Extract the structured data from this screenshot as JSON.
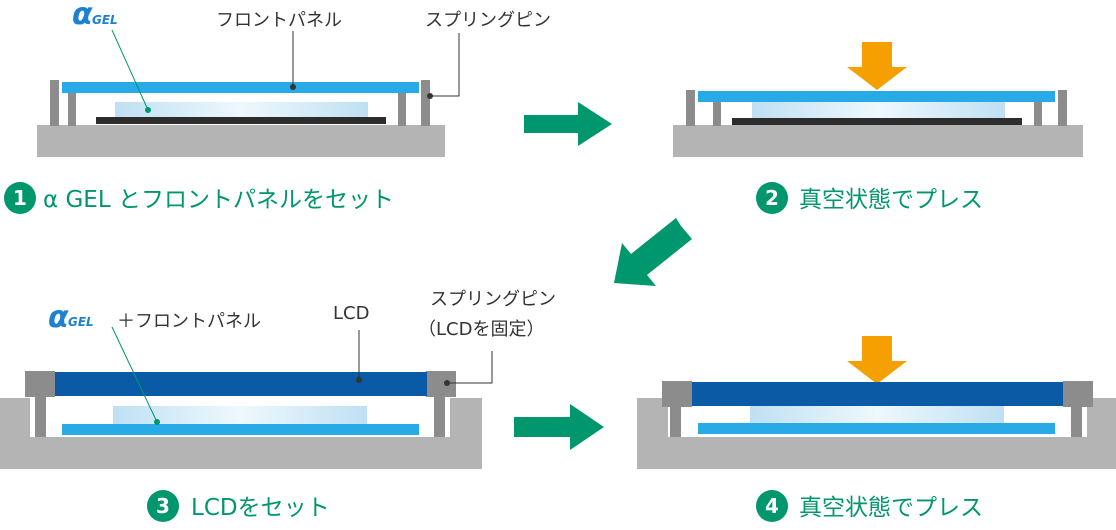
{
  "brand": {
    "alpha": "α",
    "gel": "GEL"
  },
  "colors": {
    "teal": "#00966e",
    "gray_base": "#b4b4b4",
    "pin_dark": "#8c8c8c",
    "front_panel": "#28aae6",
    "gel_light": "#c8e6f5",
    "lcd_blue": "#0a5aa5",
    "black_plate": "#2d2d2d",
    "press_orange": "#f5a000"
  },
  "step1": {
    "label_front_panel": "フロントパネル",
    "label_spring_pin": "スプリングピン",
    "caption_num": "1",
    "caption_text": "α GEL とフロントパネルをセット"
  },
  "step2": {
    "caption_num": "2",
    "caption_text": "真空状態でプレス"
  },
  "step3": {
    "label_gel_suffix": "＋フロントパネル",
    "label_lcd": "LCD",
    "label_spring_pin_line1": "スプリングピン",
    "label_spring_pin_line2": "（LCDを固定）",
    "caption_num": "3",
    "caption_text": "LCDをセット"
  },
  "step4": {
    "caption_num": "4",
    "caption_text": "真空状態でプレス"
  }
}
